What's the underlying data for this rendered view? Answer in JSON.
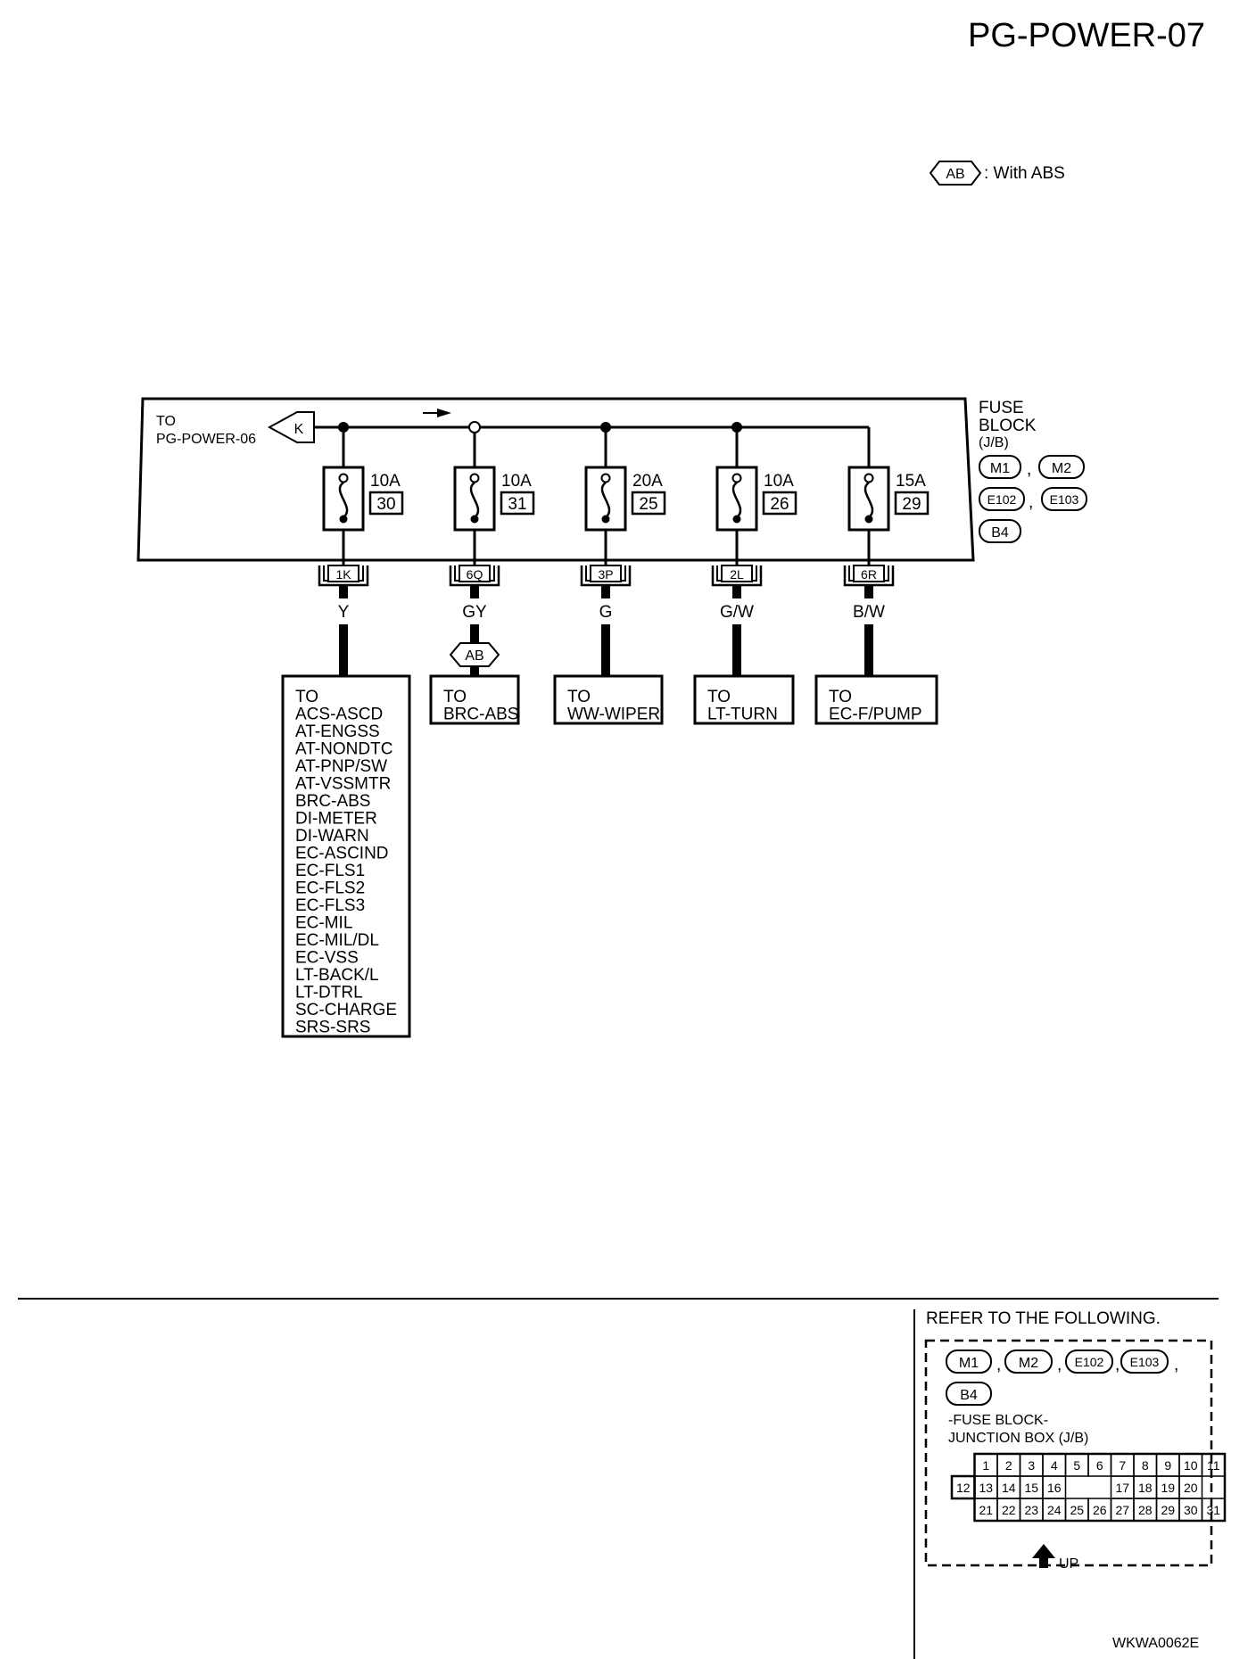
{
  "page_title": "PG-POWER-07",
  "legend": {
    "symbol": "AB",
    "text": ": With ABS"
  },
  "fuse_block": {
    "label_lines": [
      "FUSE",
      "BLOCK",
      "(J/B)"
    ],
    "connectors": [
      "M1",
      "M2",
      "E102",
      "E103",
      "B4"
    ],
    "separator": ","
  },
  "source": {
    "lines": [
      "TO",
      "PG-POWER-06"
    ],
    "connector": "K"
  },
  "fuses": [
    {
      "amp": "10A",
      "number": "30",
      "terminal": "1K",
      "wire": "Y"
    },
    {
      "amp": "10A",
      "number": "31",
      "terminal": "6Q",
      "wire": "GY",
      "option": "AB"
    },
    {
      "amp": "20A",
      "number": "25",
      "terminal": "3P",
      "wire": "G"
    },
    {
      "amp": "10A",
      "number": "26",
      "terminal": "2L",
      "wire": "G/W"
    },
    {
      "amp": "15A",
      "number": "29",
      "terminal": "6R",
      "wire": "B/W"
    }
  ],
  "destinations": [
    {
      "lines": [
        "TO",
        "ACS-ASCD",
        "AT-ENGSS",
        "AT-NONDTC",
        "AT-PNP/SW",
        "AT-VSSMTR",
        "BRC-ABS",
        "DI-METER",
        "DI-WARN",
        "EC-ASCIND",
        "EC-FLS1",
        "EC-FLS2",
        "EC-FLS3",
        "EC-MIL",
        "EC-MIL/DL",
        "EC-VSS",
        "LT-BACK/L",
        "LT-DTRL",
        "SC-CHARGE",
        "SRS-SRS"
      ]
    },
    {
      "lines": [
        "TO",
        "BRC-ABS"
      ]
    },
    {
      "lines": [
        "TO",
        "WW-WIPER"
      ]
    },
    {
      "lines": [
        "TO",
        "LT-TURN"
      ]
    },
    {
      "lines": [
        "TO",
        "EC-F/PUMP"
      ]
    }
  ],
  "reference": {
    "heading": "REFER TO THE FOLLOWING.",
    "connectors": [
      "M1",
      "M2",
      "E102",
      "E103",
      "B4"
    ],
    "description": [
      "-FUSE BLOCK-",
      "JUNCTION BOX (J/B)"
    ],
    "grid_rows": [
      [
        "1",
        "2",
        "3",
        "4",
        "5",
        "6",
        "7",
        "8",
        "9",
        "10",
        "11"
      ],
      [
        "12",
        "13",
        "14",
        "15",
        "16",
        "17",
        "18",
        "19",
        "20"
      ],
      [
        "21",
        "22",
        "23",
        "24",
        "25",
        "26",
        "27",
        "28",
        "29",
        "30",
        "31"
      ]
    ],
    "up_label": "UP"
  },
  "figure_id": "WKWA0062E"
}
